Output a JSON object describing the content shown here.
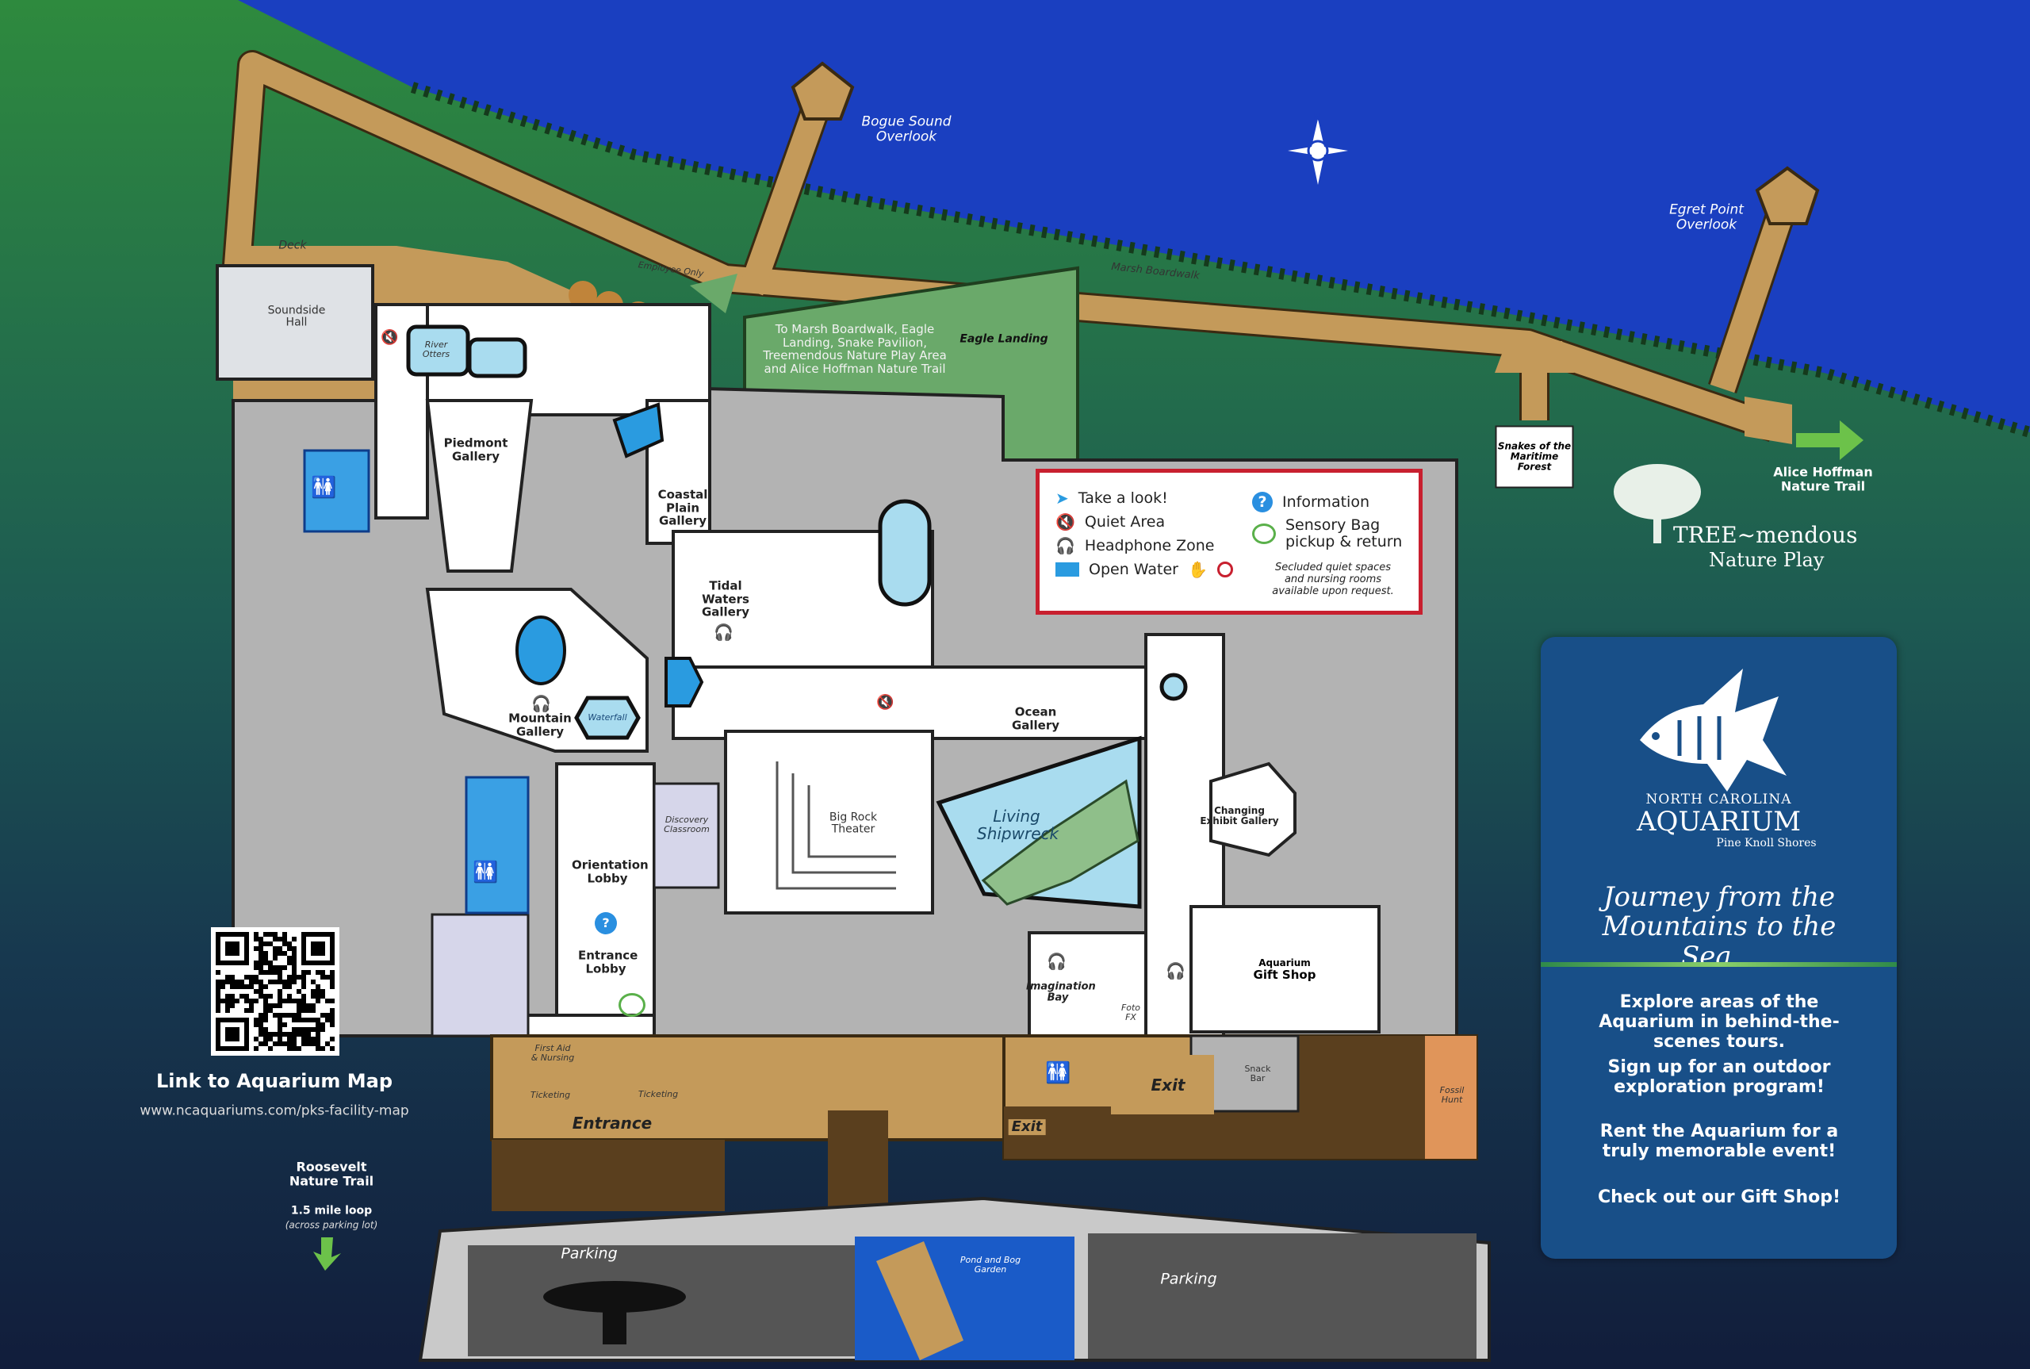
{
  "map": {
    "water_labels": {
      "bogue": "Bogue Sound Overlook",
      "egret": "Egret Point Overlook"
    },
    "paths": {
      "marsh_boardwalk": "Marsh Boardwalk",
      "employee_only": "Employee Only",
      "deck": "Deck"
    },
    "outdoor": {
      "to_marsh": "To Marsh Boardwalk, Eagle Landing, Snake Pavilion, Treemendous Nature Play Area and Alice Hoffman Nature Trail",
      "eagle_landing": "Eagle Landing",
      "snakes": "Snakes of the Maritime Forest",
      "alice_hoffman": "Alice Hoffman Nature Trail",
      "tree_line1": "TREE~mendous",
      "tree_line2": "Nature Play"
    },
    "rooms": {
      "soundside_hall": "Soundside Hall",
      "river_otters": "River Otters",
      "piedmont": "Piedmont Gallery",
      "coastal_plain": "Coastal Plain Gallery",
      "tidal_waters": "Tidal Waters Gallery",
      "mountain": "Mountain Gallery",
      "waterfall": "Waterfall",
      "ocean": "Ocean Gallery",
      "living_shipwreck": "Living Shipwreck",
      "big_rock": "Big Rock Theater",
      "changing_exhibit": "Changing Exhibit Gallery",
      "orientation": "Orientation Lobby",
      "entrance_lobby": "Entrance Lobby",
      "discovery": "Discovery Classroom",
      "imagination": "Imagination Bay",
      "foto": "Foto FX",
      "gift_shop_1": "Aquarium",
      "gift_shop_2": "Gift Shop",
      "snack_bar": "Snack Bar",
      "fossil_hunt": "Fossil Hunt",
      "first_aid": "First Aid & Nursing",
      "ticketing": "Ticketing",
      "entrance": "Entrance",
      "exit": "Exit",
      "parking": "Parking",
      "pond": "Pond and Bog Garden"
    }
  },
  "legend": {
    "take_a_look": "Take a look!",
    "quiet_area": "Quiet Area",
    "headphone_zone": "Headphone Zone",
    "open_water": "Open Water",
    "information": "Information",
    "sensory_bag": "Sensory Bag pickup & return",
    "secluded_note": "Secluded quiet spaces and nursing rooms available upon request."
  },
  "link": {
    "title": "Link to Aquarium Map",
    "url": "www.ncaquariums.com/pks-facility-map"
  },
  "roosevelt": {
    "name": "Roosevelt Nature Trail",
    "loop": "1.5 mile loop",
    "note": "(across parking lot)"
  },
  "panel": {
    "logo_line1": "NORTH CAROLINA",
    "logo_line2": "AQUARIUM",
    "logo_line3": "Pine Knoll Shores",
    "tagline": "Journey from the Mountains to the Sea...",
    "items": [
      "Explore areas of the Aquarium in behind-the-scenes tours.",
      "Sign up for an outdoor exploration program!",
      "Rent the Aquarium for a truly memorable event!",
      "Check out our Gift Shop!"
    ]
  },
  "compass": {
    "north": "N"
  },
  "colors": {
    "water": "#1a3fc0",
    "boardwalk": "#c49a5a",
    "legend_border": "#c8202f",
    "panel": "#184f88",
    "open_water": "#2a9be0"
  }
}
